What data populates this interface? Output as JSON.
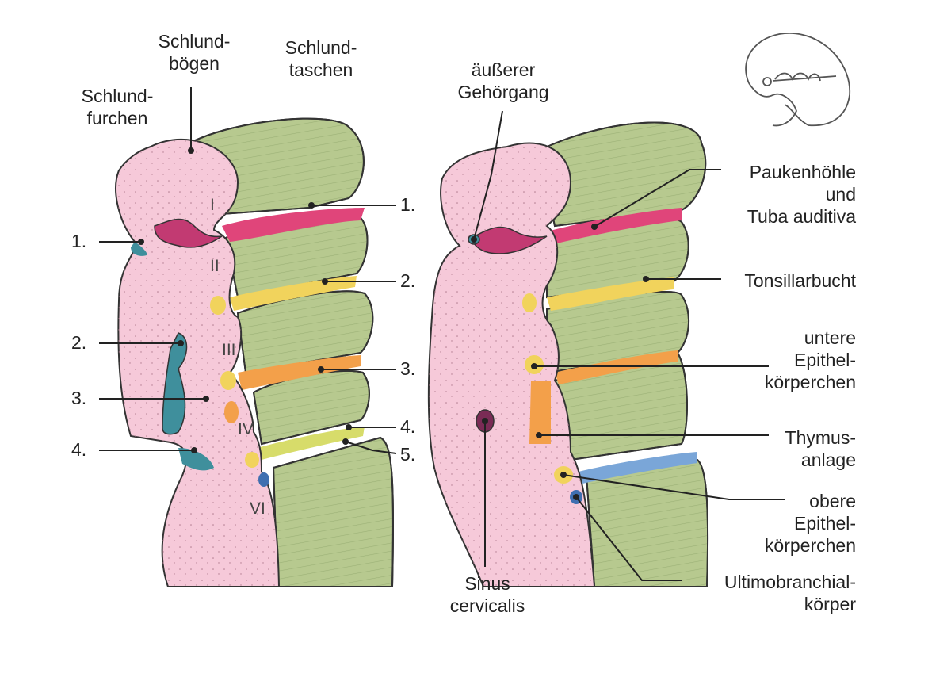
{
  "left": {
    "headers": {
      "furchen": [
        "Schlund-",
        "furchen"
      ],
      "boegen": [
        "Schlund-",
        "bögen"
      ],
      "taschen": [
        "Schlund-",
        "taschen"
      ]
    },
    "furchen_numbers": [
      "1.",
      "2.",
      "3.",
      "4."
    ],
    "taschen_numbers": [
      "1.",
      "2.",
      "3.",
      "4.",
      "5."
    ],
    "roman": [
      "I",
      "II",
      "III",
      "IV",
      "VI"
    ]
  },
  "right": {
    "gehoergang": [
      "äußerer",
      "Gehörgang"
    ],
    "paukenhoehle": [
      "Paukenhöhle",
      "und",
      "Tuba auditiva"
    ],
    "tonsillarbucht": "Tonsillarbucht",
    "untere": [
      "untere",
      "Epithel-",
      "körperchen"
    ],
    "thymus": [
      "Thymus-",
      "anlage"
    ],
    "obere": [
      "obere",
      "Epithel-",
      "körperchen"
    ],
    "ultimo": [
      "Ultimobranchial-",
      "körper"
    ],
    "sinus": [
      "Sinus",
      "cervicalis"
    ]
  },
  "colors": {
    "pink": "#f6c9d9",
    "green": "#b7c98f",
    "magenta": "#e0457a",
    "yellow": "#f1d35c",
    "orange": "#f3a04a",
    "teal": "#3f8f9c",
    "blue": "#7aa6d8",
    "outline": "#333333"
  },
  "inset_icon": "embryo-icon"
}
